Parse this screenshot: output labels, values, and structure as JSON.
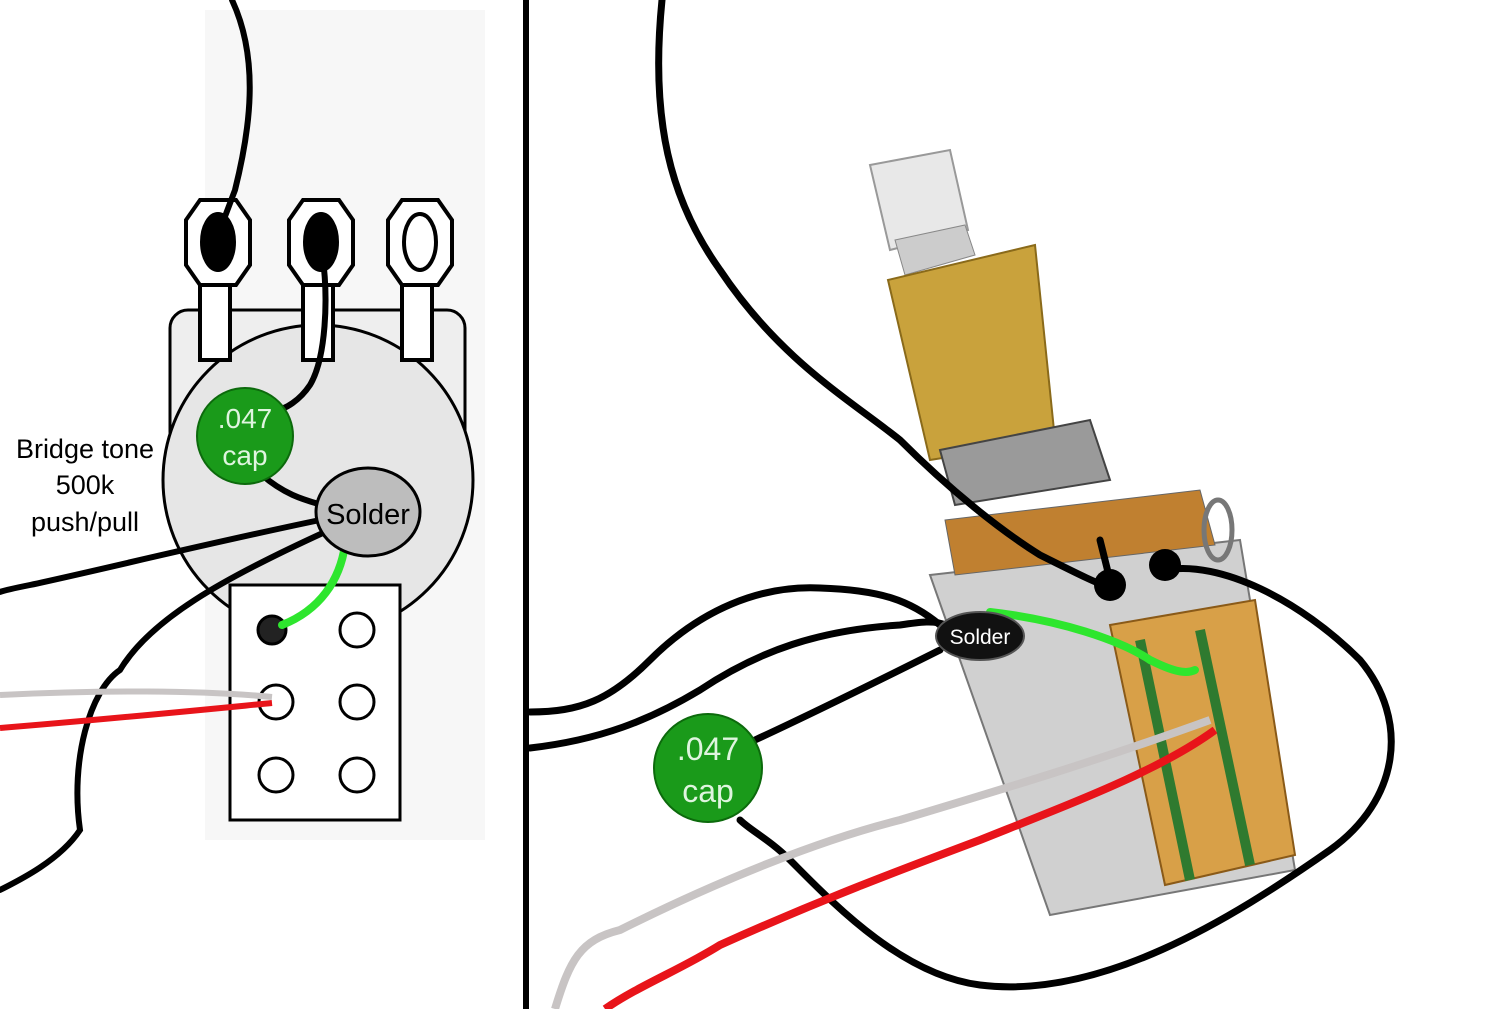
{
  "left_panel": {
    "pot_label": [
      "Bridge tone",
      "500k",
      "push/pull"
    ],
    "cap_label": [
      ".047",
      "cap"
    ],
    "solder_label": "Solder"
  },
  "right_panel": {
    "cap_label": [
      ".047",
      "cap"
    ],
    "solder_label": "Solder"
  },
  "colors": {
    "wire_black": "#000000",
    "wire_green": "#2ee62e",
    "wire_red": "#e8141a",
    "wire_white": "#c8c4c4",
    "cap_green": "#1a9a1a",
    "solder_gray": "#bdbdbd",
    "pot_body": "#e6e6e6",
    "brass": "#c9a23c",
    "switch_board": "#d8a048"
  }
}
